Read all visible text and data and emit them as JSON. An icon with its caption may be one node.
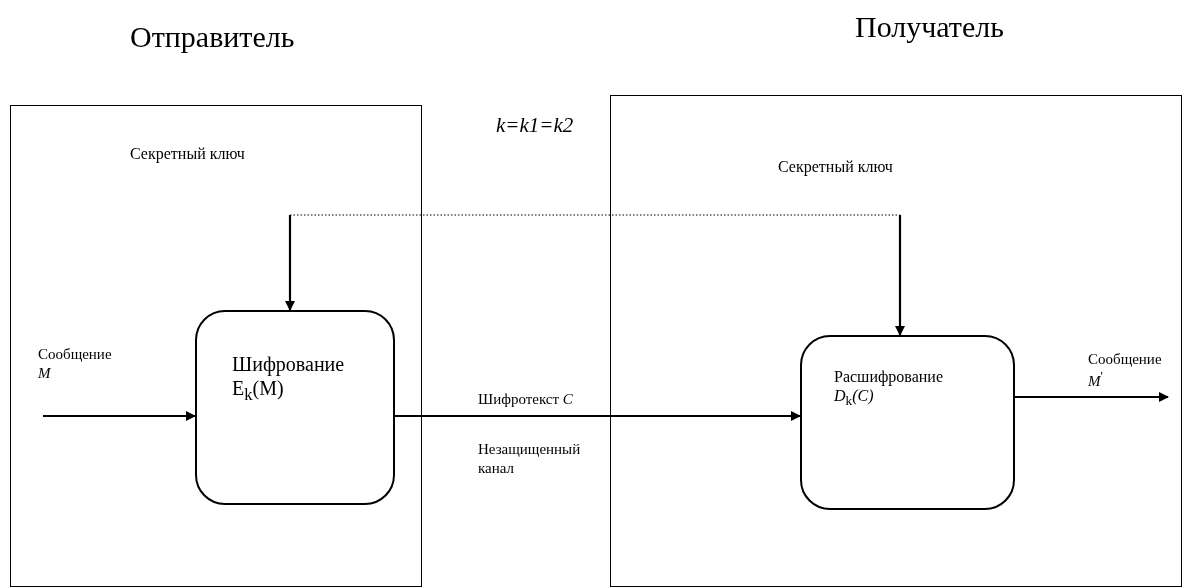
{
  "diagram": {
    "nodes": [
      {
        "text": [
          "Отправитель",
          "Секретный ключ"
        ]
      },
      {
        "text": [
          "Шифрование E$_{k}$(M)"
        ],
        "in": 0
      },
      {
        "text": [
          "Получатель",
          "Секретный ключ"
        ]
      },
      {
        "text": [
          "Расшифрование *D*$_{k}$*(C)*"
        ],
        "in": 2
      }
    ],
    "edges": [
      {
        "from": null,
        "to": 1,
        "arrow": "to",
        "label": "Сообщение *M*"
      },
      {
        "from": 1,
        "to": 3,
        "arrow": "to",
        "label": "Шифротекст *C*"
      },
      {
        "from": 3,
        "to": null,
        "arrow": "to",
        "label": "Сообщение *M*$^{'}$"
      },
      {
        "from": null,
        "to": 1,
        "arrow": "to"
      },
      {
        "from": null,
        "to": 3,
        "arrow": "to"
      }
    ],
    "labels": [
      "k=k1=k2",
      "Незащищенный канал"
    ]
  }
}
